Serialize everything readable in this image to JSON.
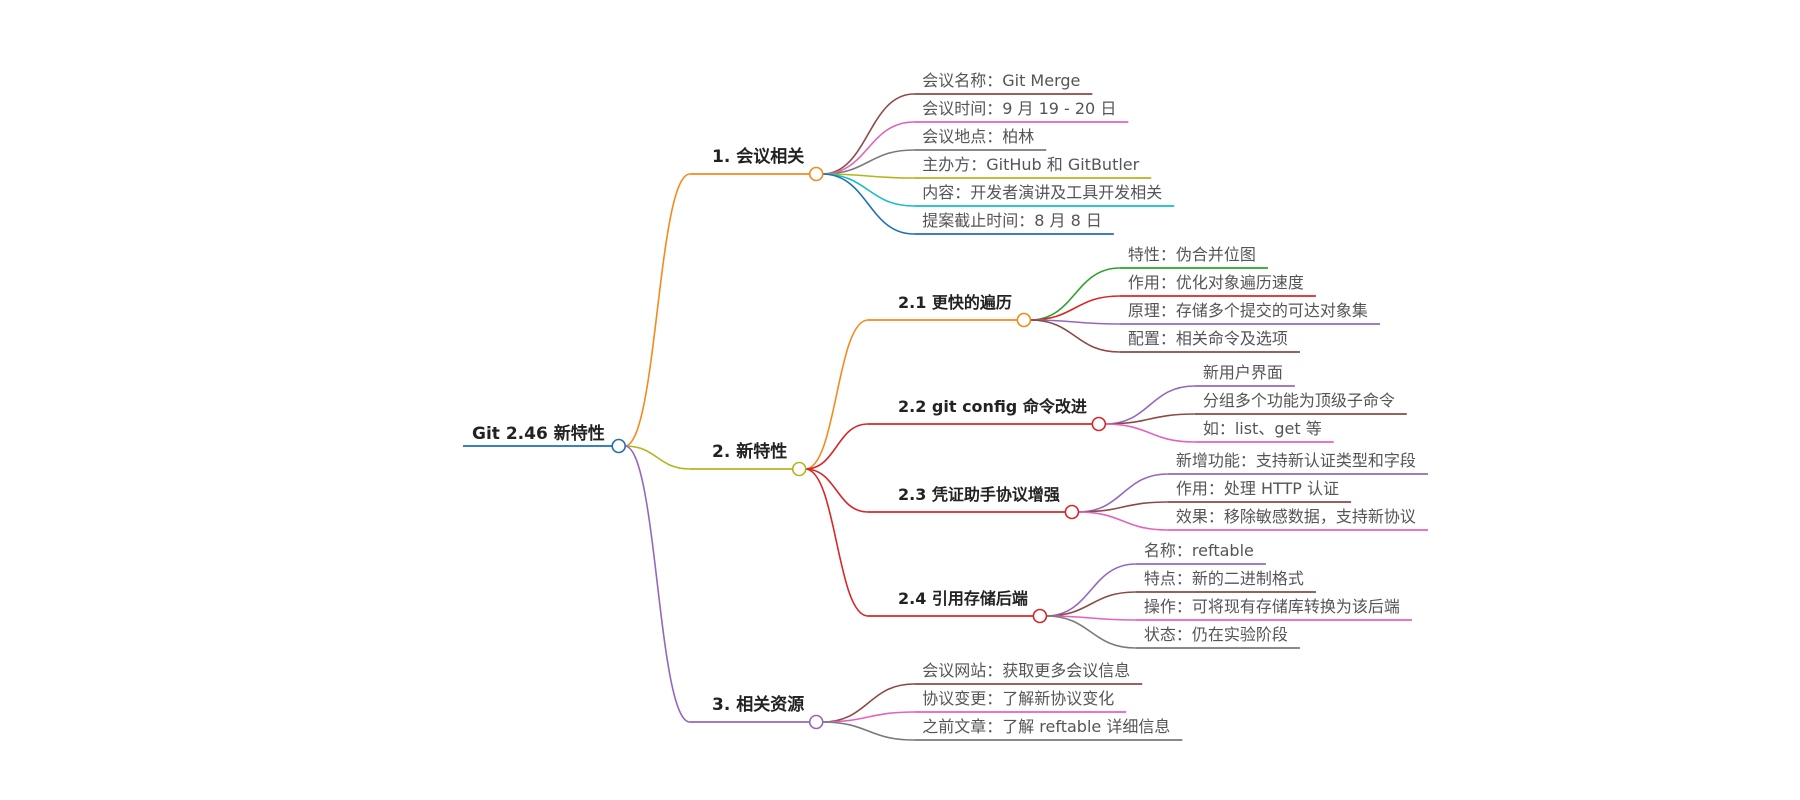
{
  "root": {
    "label": "Git 2.46 新特性",
    "color": "#1f6fb5"
  },
  "branches": [
    {
      "label": "1. 会议相关",
      "color": "#f28a1e",
      "children": [
        {
          "label": "会议名称：Git Merge",
          "color": "#8b4a45"
        },
        {
          "label": "会议时间：9 月 19 - 20 日",
          "color": "#e462b9"
        },
        {
          "label": "会议地点：柏林",
          "color": "#7a7a7a"
        },
        {
          "label": "主办方：GitHub 和 GitButler",
          "color": "#b4b41e"
        },
        {
          "label": "内容：开发者演讲及工具开发相关",
          "color": "#17bcc8"
        },
        {
          "label": "提案截止时间：8 月 8 日",
          "color": "#1f6fb5"
        }
      ]
    },
    {
      "label": "2. 新特性",
      "color": "#b4b41e",
      "children": [
        {
          "label": "2.1 更快的遍历",
          "color": "#f28a1e",
          "children": [
            {
              "label": "特性：伪合并位图",
              "color": "#2ca02c"
            },
            {
              "label": "作用：优化对象遍历速度",
              "color": "#d62728"
            },
            {
              "label": "原理：存储多个提交的可达对象集",
              "color": "#9467bd"
            },
            {
              "label": "配置：相关命令及选项",
              "color": "#8b4a45"
            }
          ]
        },
        {
          "label": "2.2 git config 命令改进",
          "color": "#d62728",
          "children": [
            {
              "label": "新用户界面",
              "color": "#9467bd"
            },
            {
              "label": "分组多个功能为顶级子命令",
              "color": "#8b4a45"
            },
            {
              "label": "如：list、get 等",
              "color": "#e462b9"
            }
          ]
        },
        {
          "label": "2.3 凭证助手协议增强",
          "color": "#d62728",
          "children": [
            {
              "label": "新增功能：支持新认证类型和字段",
              "color": "#9467bd"
            },
            {
              "label": "作用：处理 HTTP 认证",
              "color": "#8b4a45"
            },
            {
              "label": "效果：移除敏感数据，支持新协议",
              "color": "#e462b9"
            }
          ]
        },
        {
          "label": "2.4 引用存储后端",
          "color": "#d62728",
          "children": [
            {
              "label": "名称：reftable",
              "color": "#9467bd"
            },
            {
              "label": "特点：新的二进制格式",
              "color": "#8b4a45"
            },
            {
              "label": "操作：可将现有存储库转换为该后端",
              "color": "#e462b9"
            },
            {
              "label": "状态：仍在实验阶段",
              "color": "#7a7a7a"
            }
          ]
        }
      ]
    },
    {
      "label": "3. 相关资源",
      "color": "#9467bd",
      "children": [
        {
          "label": "会议网站：获取更多会议信息",
          "color": "#8b4a45"
        },
        {
          "label": "协议变更：了解新协议变化",
          "color": "#e462b9"
        },
        {
          "label": "之前文章：了解 reftable 详细信息",
          "color": "#7a7a7a"
        }
      ]
    }
  ]
}
